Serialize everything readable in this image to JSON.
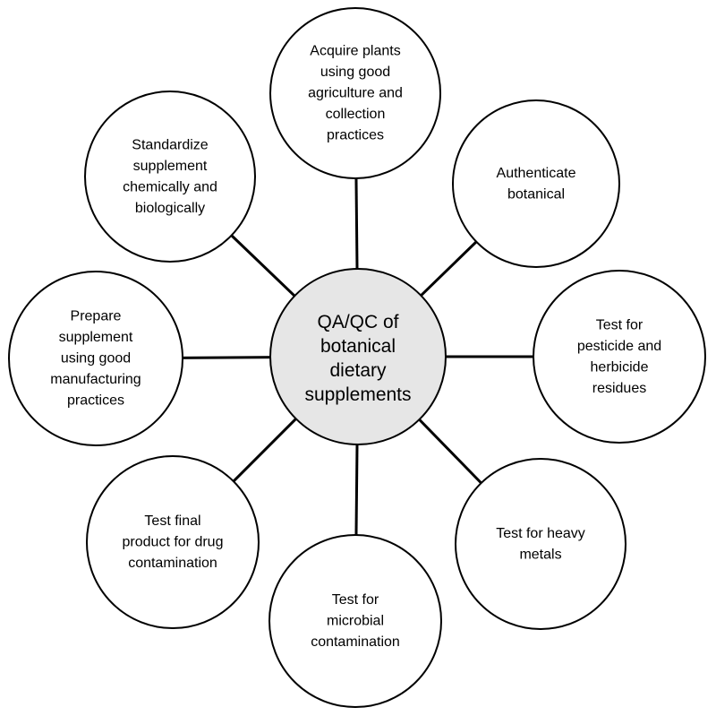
{
  "hub": {
    "name": "center-hub",
    "lines": [
      "QA/QC of",
      "botanical",
      "dietary",
      "supplements"
    ]
  },
  "nodes": [
    {
      "name": "node-acquire-plants",
      "lines": [
        "Acquire plants",
        "using good",
        "agriculture and",
        "collection",
        "practices"
      ]
    },
    {
      "name": "node-authenticate-botanical",
      "lines": [
        "Authenticate",
        "botanical"
      ]
    },
    {
      "name": "node-test-pesticide",
      "lines": [
        "Test for",
        "pesticide and",
        "herbicide",
        "residues"
      ]
    },
    {
      "name": "node-test-heavy-metals",
      "lines": [
        "Test for heavy",
        "metals"
      ]
    },
    {
      "name": "node-test-microbial",
      "lines": [
        "Test for",
        "microbial",
        "contamination"
      ]
    },
    {
      "name": "node-test-final-product",
      "lines": [
        "Test final",
        "product for drug",
        "contamination"
      ]
    },
    {
      "name": "node-prepare-supplement",
      "lines": [
        "Prepare",
        "supplement",
        "using good",
        "manufacturing",
        "practices"
      ]
    },
    {
      "name": "node-standardize-supplement",
      "lines": [
        "Standardize",
        "supplement",
        "chemically and",
        "biologically"
      ]
    }
  ],
  "colors": {
    "hub_fill": "#e6e6e6",
    "node_fill": "#ffffff",
    "stroke": "#000000"
  }
}
